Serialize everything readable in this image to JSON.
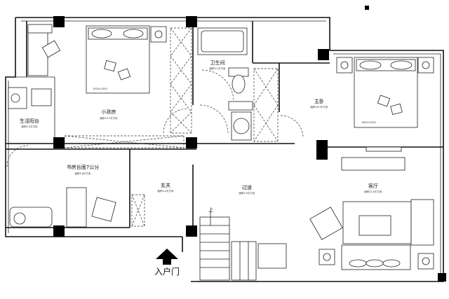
{
  "rooms": {
    "kids_room": {
      "name": "小孩房",
      "area": "面积14.7平方米"
    },
    "bathroom": {
      "name": "卫生间",
      "area": "面积4.1平方米"
    },
    "master_bedroom": {
      "name": "主卧",
      "area": "面积16.3平方米"
    },
    "laundry_balcony": {
      "name": "生活阳台",
      "area": "面积4.5平方米"
    },
    "study": {
      "name": "书房台面7公分",
      "area": "面积9.8平方米"
    },
    "entrance": {
      "name": "玄关",
      "area": "面积4.2平方米"
    },
    "corridor": {
      "name": "过道",
      "area": "面积5.9平方米"
    },
    "living_room": {
      "name": "客厅",
      "area": "面积22.6平方米"
    }
  },
  "labels": {
    "entry_door": "入户门",
    "stair_up": "上",
    "bed_size_small": "1500×2000",
    "bed_size_master": "1800×2000"
  },
  "icons": {
    "entry_arrow": "arrow-up-icon"
  }
}
